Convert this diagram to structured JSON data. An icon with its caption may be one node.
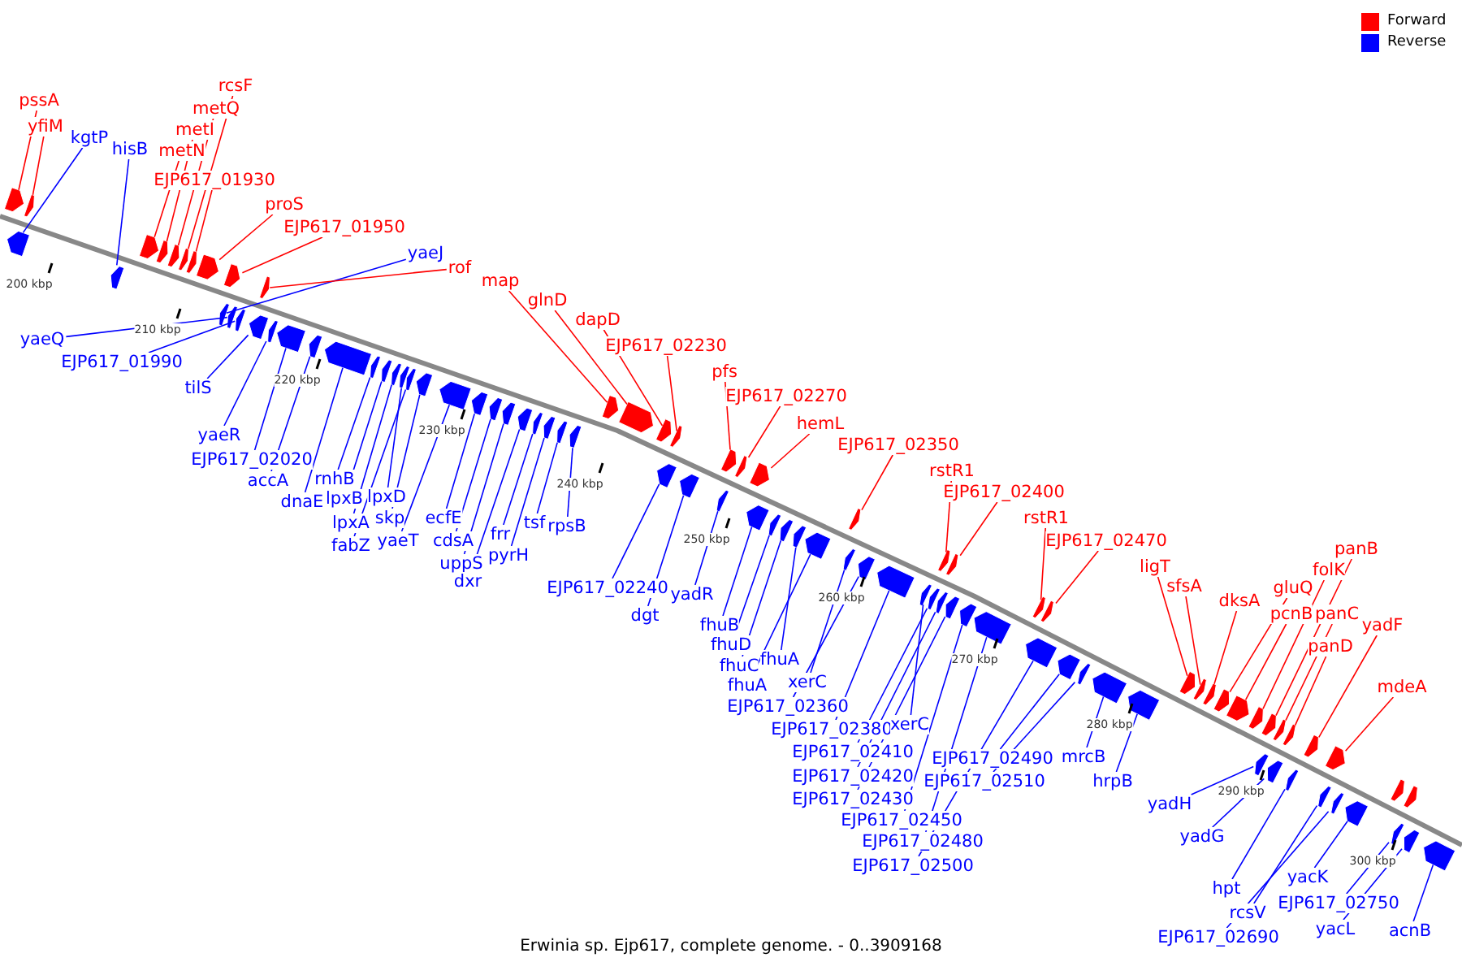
{
  "diagram": {
    "caption": "Erwinia sp. Ejp617, complete genome. - 0..3909168",
    "nodes": [
      {
        "text": [
          "pssA"
        ]
      },
      {
        "text": [
          "yfiM"
        ]
      },
      {
        "text": [
          "kgtP"
        ]
      },
      {
        "text": [
          "hisB"
        ]
      },
      {
        "text": [
          "metN"
        ]
      },
      {
        "text": [
          "metI"
        ]
      },
      {
        "text": [
          "metQ"
        ]
      },
      {
        "text": [
          "rcsF"
        ]
      },
      {
        "text": [
          "EJP617_01930"
        ]
      },
      {
        "text": [
          "proS"
        ]
      },
      {
        "text": [
          "EJP617_01950"
        ]
      },
      {
        "text": [
          "yaeJ"
        ]
      },
      {
        "text": [
          "rof"
        ]
      },
      {
        "text": [
          "map"
        ]
      },
      {
        "text": [
          "glnD"
        ]
      },
      {
        "text": [
          "dapD"
        ]
      },
      {
        "text": [
          "EJP617_02230"
        ]
      },
      {
        "text": [
          "pfs"
        ]
      },
      {
        "text": [
          "EJP617_02270"
        ]
      },
      {
        "text": [
          "hemL"
        ]
      },
      {
        "text": [
          "EJP617_02350"
        ]
      },
      {
        "text": [
          "rstR1"
        ]
      },
      {
        "text": [
          "EJP617_02400"
        ]
      },
      {
        "text": [
          "rstR1"
        ]
      },
      {
        "text": [
          "EJP617_02470"
        ]
      },
      {
        "text": [
          "ligT"
        ]
      },
      {
        "text": [
          "sfsA"
        ]
      },
      {
        "text": [
          "dksA"
        ]
      },
      {
        "text": [
          "gluQ"
        ]
      },
      {
        "text": [
          "folK"
        ]
      },
      {
        "text": [
          "panB"
        ]
      },
      {
        "text": [
          "pcnB"
        ]
      },
      {
        "text": [
          "panC"
        ]
      },
      {
        "text": [
          "panD"
        ]
      },
      {
        "text": [
          "yadF"
        ]
      },
      {
        "text": [
          "mdeA"
        ]
      },
      {
        "text": [
          "yaeQ"
        ]
      },
      {
        "text": [
          "EJP617_01990"
        ]
      },
      {
        "text": [
          "tilS"
        ]
      },
      {
        "text": [
          "yaeR"
        ]
      },
      {
        "text": [
          "EJP617_02020"
        ]
      },
      {
        "text": [
          "accA"
        ]
      },
      {
        "text": [
          "dnaE"
        ]
      },
      {
        "text": [
          "rnhB"
        ]
      },
      {
        "text": [
          "lpxB"
        ]
      },
      {
        "text": [
          "lpxD"
        ]
      },
      {
        "text": [
          "lpxA"
        ]
      },
      {
        "text": [
          "skp"
        ]
      },
      {
        "text": [
          "fabZ"
        ]
      },
      {
        "text": [
          "yaeT"
        ]
      },
      {
        "text": [
          "ecfE"
        ]
      },
      {
        "text": [
          "cdsA"
        ]
      },
      {
        "text": [
          "uppS"
        ]
      },
      {
        "text": [
          "dxr"
        ]
      },
      {
        "text": [
          "frr"
        ]
      },
      {
        "text": [
          "pyrH"
        ]
      },
      {
        "text": [
          "tsf"
        ]
      },
      {
        "text": [
          "rpsB"
        ]
      },
      {
        "text": [
          "EJP617_02240"
        ]
      },
      {
        "text": [
          "dgt"
        ]
      },
      {
        "text": [
          "yadR"
        ]
      },
      {
        "text": [
          "fhuB"
        ]
      },
      {
        "text": [
          "fhuD"
        ]
      },
      {
        "text": [
          "fhuC"
        ]
      },
      {
        "text": [
          "fhuA"
        ]
      },
      {
        "text": [
          "fhuA"
        ]
      },
      {
        "text": [
          "xerC"
        ]
      },
      {
        "text": [
          "EJP617_02360"
        ]
      },
      {
        "text": [
          "EJP617_02380"
        ]
      },
      {
        "text": [
          "xerC"
        ]
      },
      {
        "text": [
          "EJP617_02410"
        ]
      },
      {
        "text": [
          "EJP617_02420"
        ]
      },
      {
        "text": [
          "EJP617_02430"
        ]
      },
      {
        "text": [
          "EJP617_02450"
        ]
      },
      {
        "text": [
          "EJP617_02480"
        ]
      },
      {
        "text": [
          "EJP617_02500"
        ]
      },
      {
        "text": [
          "EJP617_02490"
        ]
      },
      {
        "text": [
          "EJP617_02510"
        ]
      },
      {
        "text": [
          "mrcB"
        ]
      },
      {
        "text": [
          "hrpB"
        ]
      },
      {
        "text": [
          "yadH"
        ]
      },
      {
        "text": [
          "yadG"
        ]
      },
      {
        "text": [
          "hpt"
        ]
      },
      {
        "text": [
          "rcsV"
        ]
      },
      {
        "text": [
          "EJP617_02690"
        ]
      },
      {
        "text": [
          "yacK"
        ]
      },
      {
        "text": [
          "EJP617_02750"
        ]
      },
      {
        "text": [
          "yacL"
        ]
      },
      {
        "text": [
          "acnB"
        ]
      },
      {
        "text": [],
        "shape": "arrow"
      },
      {
        "text": [],
        "shape": "arrow"
      },
      {
        "text": [],
        "shape": "arrow"
      },
      {
        "text": [],
        "shape": "arrow"
      },
      {
        "text": [],
        "shape": "arrow"
      },
      {
        "text": [],
        "shape": "arrow"
      },
      {
        "text": [],
        "shape": "arrow"
      },
      {
        "text": [],
        "shape": "arrow"
      },
      {
        "text": [],
        "shape": "arrow"
      },
      {
        "text": [],
        "shape": "arrow"
      },
      {
        "text": [],
        "shape": "arrow"
      },
      {
        "text": [],
        "shape": "arrow"
      },
      {
        "text": [],
        "shape": "arrow"
      },
      {
        "text": [],
        "shape": "arrow"
      },
      {
        "text": [],
        "shape": "arrow"
      },
      {
        "text": [],
        "shape": "arrow"
      },
      {
        "text": [],
        "shape": "arrow"
      },
      {
        "text": [],
        "shape": "arrow"
      },
      {
        "text": [],
        "shape": "arrow"
      },
      {
        "text": [],
        "shape": "arrow"
      },
      {
        "text": [],
        "shape": "arrow"
      },
      {
        "text": [],
        "shape": "arrow"
      },
      {
        "text": [],
        "shape": "arrow"
      },
      {
        "text": [],
        "shape": "arrow"
      },
      {
        "text": [],
        "shape": "arrow"
      },
      {
        "text": [],
        "shape": "arrow"
      },
      {
        "text": [],
        "shape": "arrow"
      },
      {
        "text": [],
        "shape": "arrow"
      },
      {
        "text": [],
        "shape": "arrow"
      },
      {
        "text": [],
        "shape": "arrow"
      },
      {
        "text": [],
        "shape": "arrow"
      },
      {
        "text": [],
        "shape": "arrow"
      },
      {
        "text": [],
        "shape": "arrow"
      },
      {
        "text": [],
        "shape": "arrow"
      },
      {
        "text": [],
        "shape": "arrow"
      },
      {
        "text": [],
        "shape": "arrow"
      },
      {
        "text": [],
        "shape": "arrow"
      },
      {
        "text": [],
        "shape": "arrow"
      },
      {
        "text": [],
        "shape": "arrow"
      },
      {
        "text": [],
        "shape": "arrow"
      },
      {
        "text": [],
        "shape": "arrow"
      },
      {
        "text": [],
        "shape": "arrow"
      },
      {
        "text": [],
        "shape": "arrow"
      },
      {
        "text": [],
        "shape": "arrow"
      },
      {
        "text": [],
        "shape": "arrow"
      },
      {
        "text": [],
        "shape": "arrow"
      },
      {
        "text": [],
        "shape": "arrow"
      },
      {
        "text": [],
        "shape": "arrow"
      },
      {
        "text": [],
        "shape": "arrow"
      },
      {
        "text": [],
        "shape": "arrow"
      },
      {
        "text": [],
        "shape": "arrow"
      },
      {
        "text": [],
        "shape": "arrow"
      },
      {
        "text": [],
        "shape": "arrow"
      },
      {
        "text": [],
        "shape": "arrow"
      },
      {
        "text": [],
        "shape": "arrow"
      },
      {
        "text": [],
        "shape": "arrow"
      },
      {
        "text": [],
        "shape": "arrow"
      },
      {
        "text": [],
        "shape": "arrow"
      },
      {
        "text": [],
        "shape": "arrow"
      },
      {
        "text": [],
        "shape": "arrow"
      },
      {
        "text": [],
        "shape": "arrow"
      },
      {
        "text": [],
        "shape": "arrow"
      },
      {
        "text": [],
        "shape": "arrow"
      },
      {
        "text": [],
        "shape": "arrow"
      },
      {
        "text": [],
        "shape": "arrow"
      },
      {
        "text": [],
        "shape": "arrow"
      },
      {
        "text": [],
        "shape": "arrow"
      },
      {
        "text": [],
        "shape": "arrow"
      },
      {
        "text": [],
        "shape": "arrow"
      },
      {
        "text": [],
        "shape": "arrow"
      },
      {
        "text": [],
        "shape": "arrow"
      },
      {
        "text": [],
        "shape": "arrow"
      },
      {
        "text": [],
        "shape": "arrow"
      },
      {
        "text": [],
        "shape": "arrow"
      },
      {
        "text": [],
        "shape": "arrow"
      },
      {
        "text": [],
        "shape": "arrow"
      },
      {
        "text": [],
        "shape": "arrow"
      },
      {
        "text": [],
        "shape": "arrow"
      },
      {
        "text": [],
        "shape": "arrow"
      },
      {
        "text": [],
        "shape": "arrow"
      },
      {
        "text": [],
        "shape": "arrow"
      },
      {
        "text": [],
        "shape": "arrow"
      },
      {
        "text": [],
        "shape": "arrow"
      },
      {
        "text": [],
        "shape": "arrow"
      },
      {
        "text": [],
        "shape": "arrow"
      },
      {
        "text": [],
        "shape": "arrow"
      },
      {
        "text": [],
        "shape": "arrow"
      },
      {
        "text": [],
        "shape": "arrow"
      },
      {
        "text": [],
        "shape": "arrow"
      },
      {
        "text": [],
        "shape": "arrow"
      },
      {
        "text": [],
        "shape": "arrow"
      }
    ],
    "edges": [
      {
        "from": 0,
        "to": 89,
        "arrow": "none",
        "color": "#ff0000"
      },
      {
        "from": 1,
        "to": 91,
        "arrow": "none",
        "color": "#ff0000"
      },
      {
        "from": 2,
        "to": 90,
        "arrow": "none"
      },
      {
        "from": 3,
        "to": 92,
        "arrow": "none"
      },
      {
        "from": 4,
        "to": 93,
        "arrow": "none",
        "color": "#ff0000"
      },
      {
        "from": 5,
        "to": 94,
        "arrow": "none",
        "color": "#ff0000"
      },
      {
        "from": 6,
        "to": 95,
        "arrow": "none",
        "color": "#ff0000"
      },
      {
        "from": 7,
        "to": 96,
        "arrow": "none",
        "color": "#ff0000"
      },
      {
        "from": 8,
        "to": 97,
        "arrow": "none",
        "color": "#ff0000"
      },
      {
        "from": 9,
        "to": 98,
        "arrow": "none",
        "color": "#ff0000"
      },
      {
        "from": 10,
        "to": 99,
        "arrow": "none",
        "color": "#ff0000"
      },
      {
        "from": 11,
        "to": 100,
        "arrow": "none"
      },
      {
        "from": 12,
        "to": 103,
        "arrow": "none",
        "color": "#ff0000"
      },
      {
        "from": 13,
        "to": 124,
        "arrow": "none",
        "color": "#ff0000"
      },
      {
        "from": 14,
        "to": 125,
        "arrow": "none",
        "color": "#ff0000"
      },
      {
        "from": 15,
        "to": 126,
        "arrow": "none",
        "color": "#ff0000"
      },
      {
        "from": 16,
        "to": 127,
        "arrow": "none",
        "color": "#ff0000"
      },
      {
        "from": 17,
        "to": 130,
        "arrow": "none",
        "color": "#ff0000"
      },
      {
        "from": 18,
        "to": 132,
        "arrow": "none",
        "color": "#ff0000"
      },
      {
        "from": 19,
        "to": 133,
        "arrow": "none",
        "color": "#ff0000"
      },
      {
        "from": 20,
        "to": 139,
        "arrow": "none",
        "color": "#ff0000"
      },
      {
        "from": 21,
        "to": 144,
        "arrow": "none",
        "color": "#ff0000"
      },
      {
        "from": 22,
        "to": 146,
        "arrow": "none",
        "color": "#ff0000"
      },
      {
        "from": 23,
        "to": 151,
        "arrow": "none",
        "color": "#ff0000"
      },
      {
        "from": 24,
        "to": 152,
        "arrow": "none",
        "color": "#ff0000"
      },
      {
        "from": 25,
        "to": 158,
        "arrow": "none",
        "color": "#ff0000"
      },
      {
        "from": 26,
        "to": 159,
        "arrow": "none",
        "color": "#ff0000"
      },
      {
        "from": 27,
        "to": 160,
        "arrow": "none",
        "color": "#ff0000"
      },
      {
        "from": 28,
        "to": 161,
        "arrow": "none",
        "color": "#ff0000"
      },
      {
        "from": 29,
        "to": 163,
        "arrow": "none",
        "color": "#ff0000"
      },
      {
        "from": 30,
        "to": 164,
        "arrow": "none",
        "color": "#ff0000"
      },
      {
        "from": 31,
        "to": 162,
        "arrow": "none",
        "color": "#ff0000"
      },
      {
        "from": 32,
        "to": 166,
        "arrow": "none",
        "color": "#ff0000"
      },
      {
        "from": 33,
        "to": 168,
        "arrow": "none",
        "color": "#ff0000"
      },
      {
        "from": 34,
        "to": 170,
        "arrow": "none",
        "color": "#ff0000"
      },
      {
        "from": 35,
        "to": 171,
        "arrow": "none",
        "color": "#ff0000"
      },
      {
        "from": 36,
        "to": 101,
        "arrow": "none"
      },
      {
        "from": 37,
        "to": 102,
        "arrow": "none"
      },
      {
        "from": 38,
        "to": 104,
        "arrow": "none"
      },
      {
        "from": 39,
        "to": 105,
        "arrow": "none"
      },
      {
        "from": 40,
        "to": 106,
        "arrow": "none"
      },
      {
        "from": 41,
        "to": 107,
        "arrow": "none"
      },
      {
        "from": 42,
        "to": 108,
        "arrow": "none"
      },
      {
        "from": 43,
        "to": 109,
        "arrow": "none"
      },
      {
        "from": 44,
        "to": 110,
        "arrow": "none"
      },
      {
        "from": 45,
        "to": 112,
        "arrow": "none"
      },
      {
        "from": 46,
        "to": 111,
        "arrow": "none"
      },
      {
        "from": 47,
        "to": 114,
        "arrow": "none"
      },
      {
        "from": 48,
        "to": 113,
        "arrow": "none"
      },
      {
        "from": 49,
        "to": 115,
        "arrow": "none"
      },
      {
        "from": 50,
        "to": 116,
        "arrow": "none"
      },
      {
        "from": 51,
        "to": 117,
        "arrow": "none"
      },
      {
        "from": 52,
        "to": 118,
        "arrow": "none"
      },
      {
        "from": 53,
        "to": 119,
        "arrow": "none"
      },
      {
        "from": 54,
        "to": 120,
        "arrow": "none"
      },
      {
        "from": 55,
        "to": 121,
        "arrow": "none"
      },
      {
        "from": 56,
        "to": 122,
        "arrow": "none"
      },
      {
        "from": 57,
        "to": 123,
        "arrow": "none"
      },
      {
        "from": 58,
        "to": 128,
        "arrow": "none"
      },
      {
        "from": 59,
        "to": 129,
        "arrow": "none"
      },
      {
        "from": 60,
        "to": 131,
        "arrow": "none"
      },
      {
        "from": 61,
        "to": 134,
        "arrow": "none"
      },
      {
        "from": 62,
        "to": 135,
        "arrow": "none"
      },
      {
        "from": 63,
        "to": 136,
        "arrow": "none"
      },
      {
        "from": 64,
        "to": 137,
        "arrow": "none"
      },
      {
        "from": 65,
        "to": 138,
        "arrow": "none"
      },
      {
        "from": 66,
        "to": 140,
        "arrow": "none"
      },
      {
        "from": 67,
        "to": 141,
        "arrow": "none"
      },
      {
        "from": 68,
        "to": 142,
        "arrow": "none"
      },
      {
        "from": 69,
        "to": 143,
        "arrow": "none"
      },
      {
        "from": 70,
        "to": 145,
        "arrow": "none"
      },
      {
        "from": 71,
        "to": 147,
        "arrow": "none"
      },
      {
        "from": 72,
        "to": 148,
        "arrow": "none"
      },
      {
        "from": 73,
        "to": 149,
        "arrow": "none"
      },
      {
        "from": 74,
        "to": 150,
        "arrow": "none"
      },
      {
        "from": 75,
        "to": 153,
        "arrow": "none"
      },
      {
        "from": 76,
        "to": 154,
        "arrow": "none"
      },
      {
        "from": 77,
        "to": 155,
        "arrow": "none"
      },
      {
        "from": 78,
        "to": 156,
        "arrow": "none"
      },
      {
        "from": 79,
        "to": 157,
        "arrow": "none"
      },
      {
        "from": 80,
        "to": 165,
        "arrow": "none"
      },
      {
        "from": 81,
        "to": 167,
        "arrow": "none"
      },
      {
        "from": 82,
        "to": 169,
        "arrow": "none"
      },
      {
        "from": 83,
        "to": 172,
        "arrow": "none"
      },
      {
        "from": 84,
        "to": 173,
        "arrow": "none"
      },
      {
        "from": 85,
        "to": 174,
        "arrow": "none"
      },
      {
        "from": 86,
        "to": 177,
        "arrow": "none"
      },
      {
        "from": 87,
        "to": 178,
        "arrow": "none"
      },
      {
        "from": 88,
        "to": 179,
        "arrow": "none"
      }
    ],
    "labels": [
      "200 kbp",
      "210 kbp",
      "220 kbp",
      "230 kbp",
      "240 kbp",
      "250 kbp",
      "260 kbp",
      "270 kbp",
      "280 kbp",
      "290 kbp",
      "300 kbp"
    ],
    "legend": [
      {
        "text": "Forward",
        "color": "#ff0000"
      },
      {
        "text": "Reverse",
        "color": "#0000ff"
      }
    ]
  }
}
